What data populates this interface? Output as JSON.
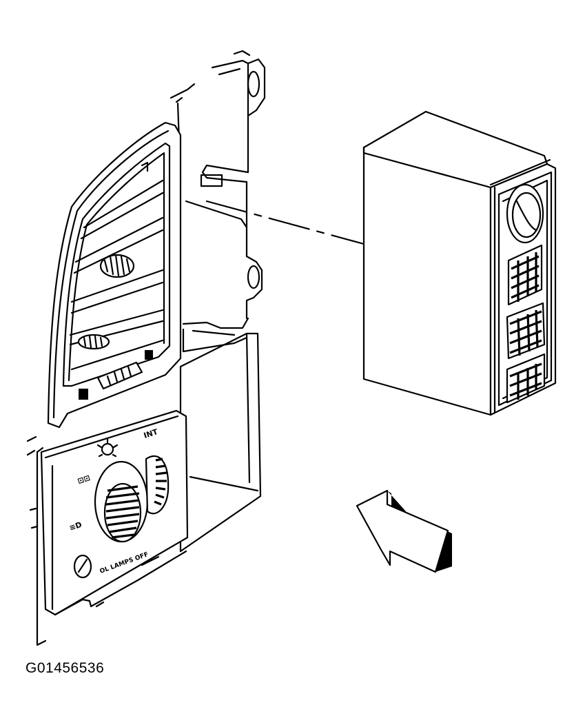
{
  "figure": {
    "reference_code": "G01456536",
    "panel_labels": {
      "headlamp_symbol": "☀",
      "switch_left_top": "⊡⊡",
      "switch_left_bottom": "≡D",
      "dimmer_label": "INT",
      "knob_caption": "OL LAMPS OFF"
    }
  },
  "colors": {
    "ink": "#000000",
    "paper": "#ffffff"
  }
}
